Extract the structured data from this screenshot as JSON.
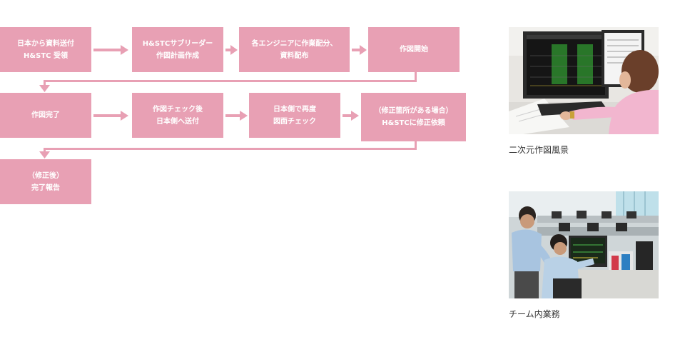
{
  "flow": {
    "step1": {
      "line1": "日本から資料送付",
      "line2": "H&STC 受領"
    },
    "step2": {
      "line1": "H&STCサブリーダー",
      "line2": "作図計画作成"
    },
    "step3": {
      "line1": "各エンジニアに作業配分、",
      "line2": "資料配布"
    },
    "step4": {
      "line1": "作図開始"
    },
    "step5": {
      "line1": "作図完了"
    },
    "step6": {
      "line1": "作図チェック後",
      "line2": "日本側へ送付"
    },
    "step7": {
      "line1": "日本側で再度",
      "line2": "図面チェック"
    },
    "step8": {
      "line1": "（修正箇所がある場合）",
      "line2": "H&STCに修正依頼"
    },
    "step9": {
      "line1": "（修正後）",
      "line2": "完了報告"
    }
  },
  "photos": {
    "cad": {
      "caption": "二次元作図風景"
    },
    "team": {
      "caption": "チーム内業務"
    }
  },
  "colors": {
    "box": "#e8a0b4",
    "text": "#ffffff"
  }
}
